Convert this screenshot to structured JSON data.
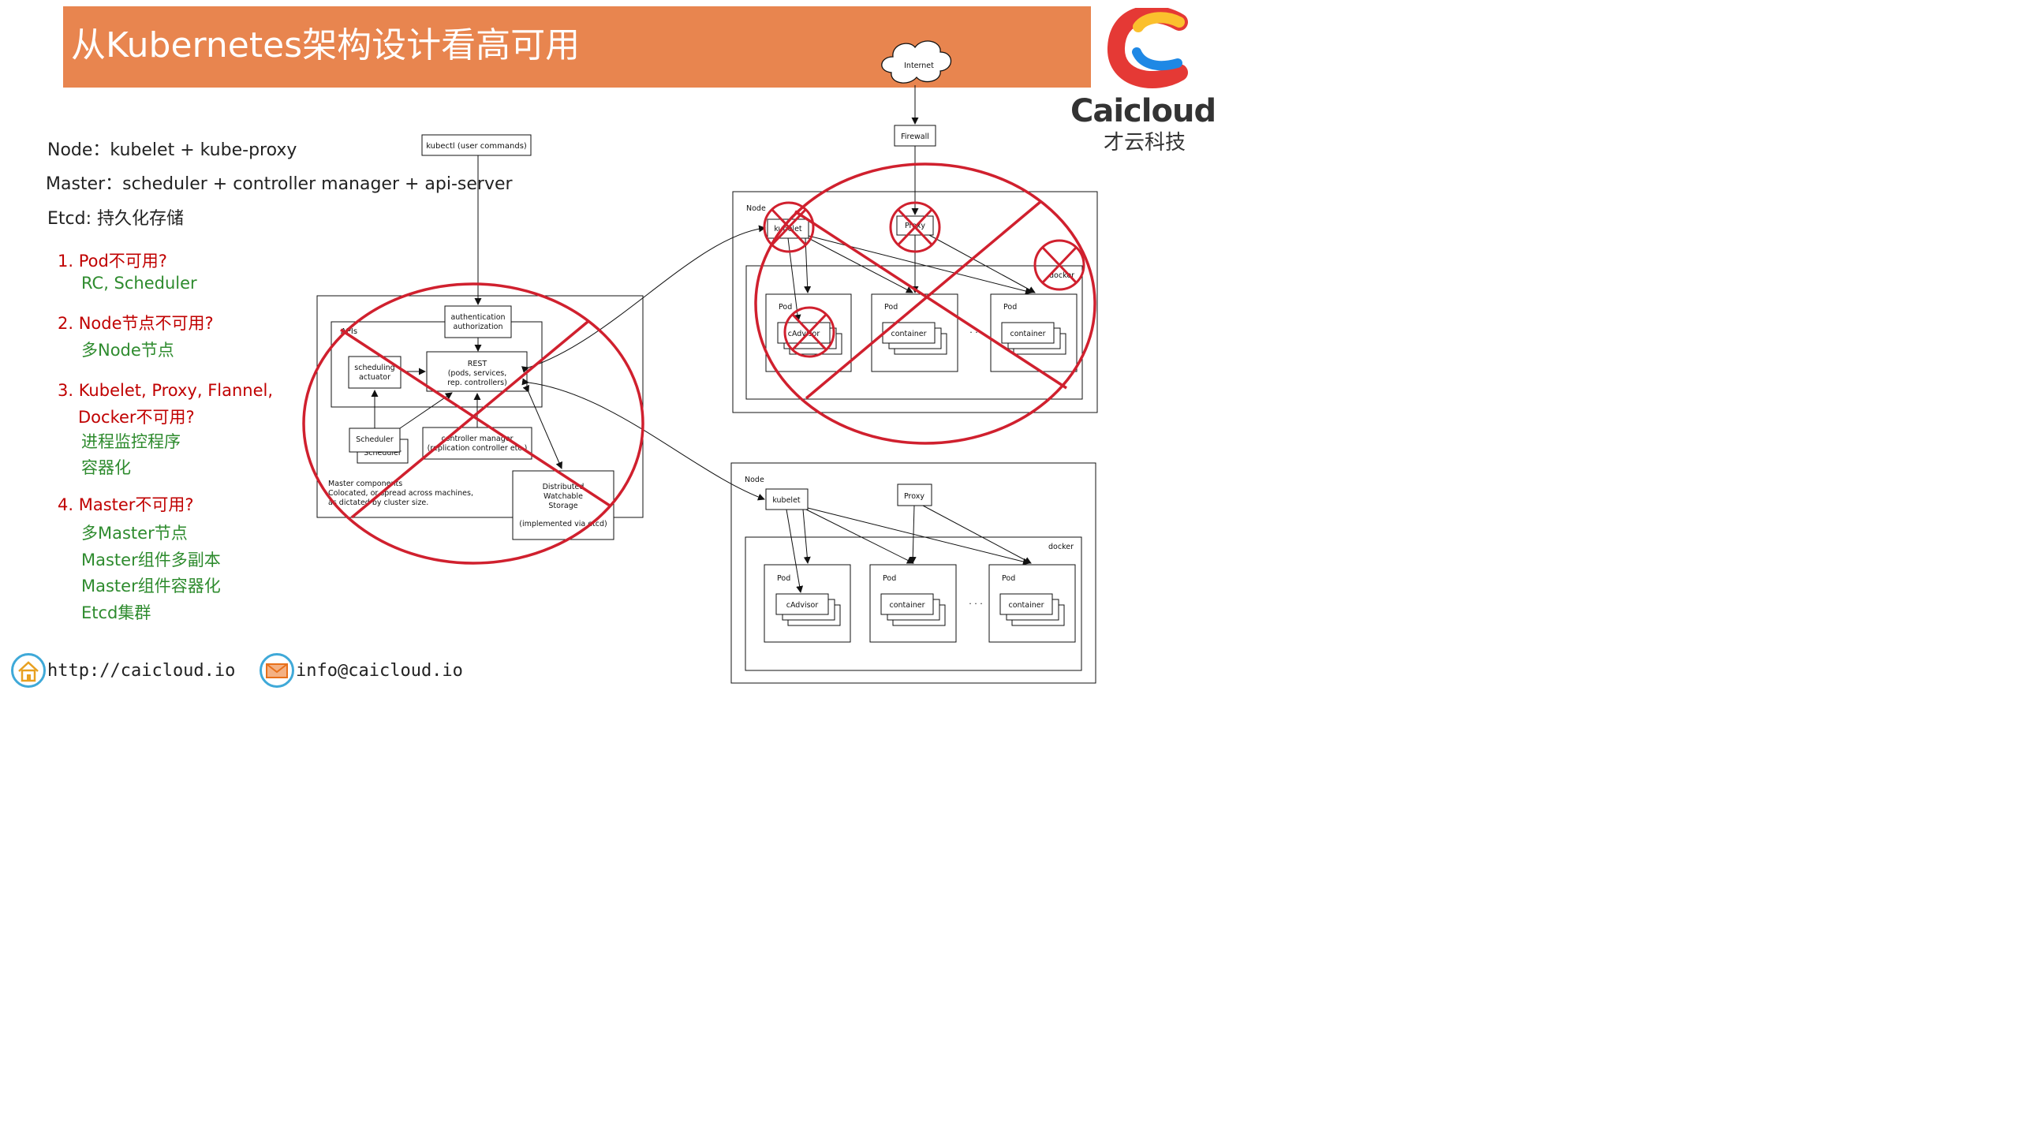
{
  "header": {
    "title": "从Kubernetes架构设计看高可用"
  },
  "logo": {
    "brand": "Caicloud",
    "brand_cn": "才云科技",
    "colors": [
      "#E53935",
      "#FBC02D",
      "#1E88E5"
    ]
  },
  "intro": {
    "node": "Node：kubelet + kube-proxy",
    "master": "Master：scheduler + controller manager + api-server",
    "etcd": "Etcd: 持久化存储"
  },
  "qa": [
    {
      "q": "1. Pod不可用?",
      "answers": [
        "RC, Scheduler"
      ]
    },
    {
      "q": "2. Node节点不可用?",
      "answers": [
        "多Node节点"
      ]
    },
    {
      "q": [
        "3. Kubelet, Proxy, Flannel,",
        "Docker不可用?"
      ],
      "answers": [
        "进程监控程序",
        "容器化"
      ]
    },
    {
      "q": "4. Master不可用?",
      "answers": [
        "多Master节点",
        "Master组件多副本",
        "Master组件容器化",
        "Etcd集群"
      ]
    }
  ],
  "contact": {
    "website": "http://caicloud.io",
    "email": "info@caicloud.io"
  },
  "diagram": {
    "kubectl": "kubectl (user commands)",
    "auth": [
      "authentication",
      "authorization"
    ],
    "apis": "APIs",
    "rest": [
      "REST",
      "(pods, services,",
      "rep. controllers)"
    ],
    "scheduling": [
      "scheduling",
      "actuator"
    ],
    "scheduler": "Scheduler",
    "controller": [
      "controller manager",
      "(replication controller etc.)"
    ],
    "master_components": [
      "Master components",
      "Colocated, or spread across machines,",
      "as dictated by cluster size."
    ],
    "storage": [
      "Distributed",
      "Watchable",
      "Storage",
      "(implemented via etcd)"
    ],
    "internet": "Internet",
    "firewall": "Firewall",
    "node": "Node",
    "kubelet": "kubelet",
    "proxy": "Proxy",
    "docker": "docker",
    "pod": "Pod",
    "cadvisor": "cAdvisor",
    "container": "container",
    "ellipsis": "· · ·",
    "colors": {
      "cross": "#D0202E",
      "line": "#111111"
    }
  }
}
